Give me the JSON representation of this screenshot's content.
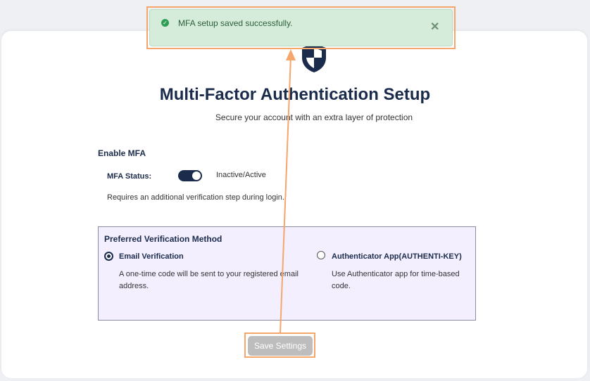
{
  "header": {
    "title": "Multi-Factor Authentication Setup",
    "subtitle": "Secure your account with an extra layer of protection",
    "logo_icon": "shield-icon"
  },
  "enable_mfa": {
    "heading": "Enable MFA",
    "status_label": "MFA Status:",
    "toggle_on": true,
    "toggle_text": "Inactive/Active",
    "description": "Requires an additional verification step during login."
  },
  "verification": {
    "heading": "Preferred Verification Method",
    "options": [
      {
        "label": "Email Verification",
        "description": "A one-time code will be sent to your registered email address.",
        "selected": true
      },
      {
        "label": "Authenticator App(AUTHENTI-KEY)",
        "description": "Use Authenticator app for time-based code.",
        "selected": false
      }
    ]
  },
  "save_button": {
    "label": "Save Settings",
    "disabled": true
  },
  "toast": {
    "message": "MFA setup saved successfully.",
    "icon": "check-circle-icon",
    "close_icon": "close-icon"
  },
  "colors": {
    "primary": "#1b2b4b",
    "toast_bg": "#d4ecd9",
    "highlight": "#f5a66a",
    "panel_bg": "#f4efff"
  }
}
